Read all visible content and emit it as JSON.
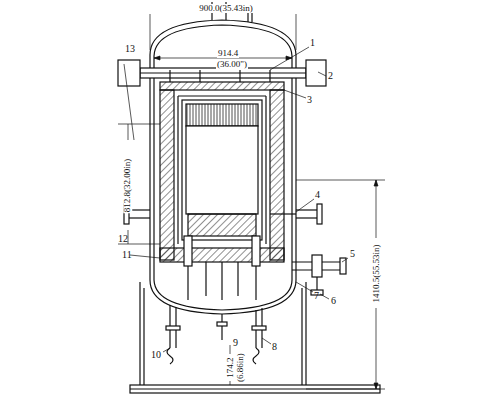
{
  "diagram": {
    "labels": [
      "900.0(35.43in)",
      "914.4",
      "(36.00\")",
      "812.8(32.00in)",
      "1410.5(55.53in)",
      "174.2",
      "(6.86in)",
      "1",
      "2",
      "3",
      "4",
      "5",
      "6",
      "7",
      "8",
      "9",
      "10",
      "11",
      "12",
      "13"
    ]
  }
}
